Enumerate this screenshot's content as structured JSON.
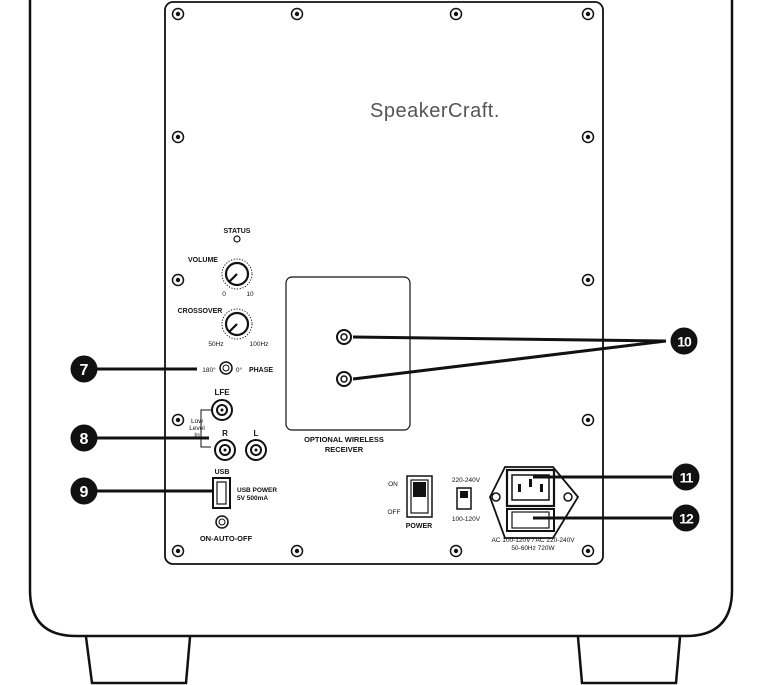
{
  "brand": "SpeakerCraft.",
  "panel": {
    "status_label": "STATUS",
    "volume": {
      "label": "VOLUME",
      "min": "0",
      "max": "10"
    },
    "crossover": {
      "label": "CROSSOVER",
      "min": "50Hz",
      "max": "100Hz"
    },
    "phase": {
      "label": "PHASE",
      "left": "180°",
      "right": "0°"
    },
    "lfe_label": "LFE",
    "low_level_in": [
      "Low",
      "Level",
      "In"
    ],
    "r_label": "R",
    "l_label": "L",
    "usb_label": "USB",
    "usb_power": [
      "USB POWER",
      "5V 500mA"
    ],
    "on_auto_off": "ON-AUTO-OFF",
    "wireless_receiver": [
      "OPTIONAL WIRELESS",
      "RECEIVER"
    ],
    "power": {
      "on": "ON",
      "off": "OFF",
      "label": "POWER"
    },
    "voltage_switch": {
      "top": "220-240V",
      "bottom": "100-120V"
    },
    "ac_info": [
      "AC 100-120V / AC 220-240V",
      "50-60Hz 720W"
    ]
  },
  "callouts": [
    "7",
    "8",
    "9",
    "10",
    "11",
    "12"
  ]
}
